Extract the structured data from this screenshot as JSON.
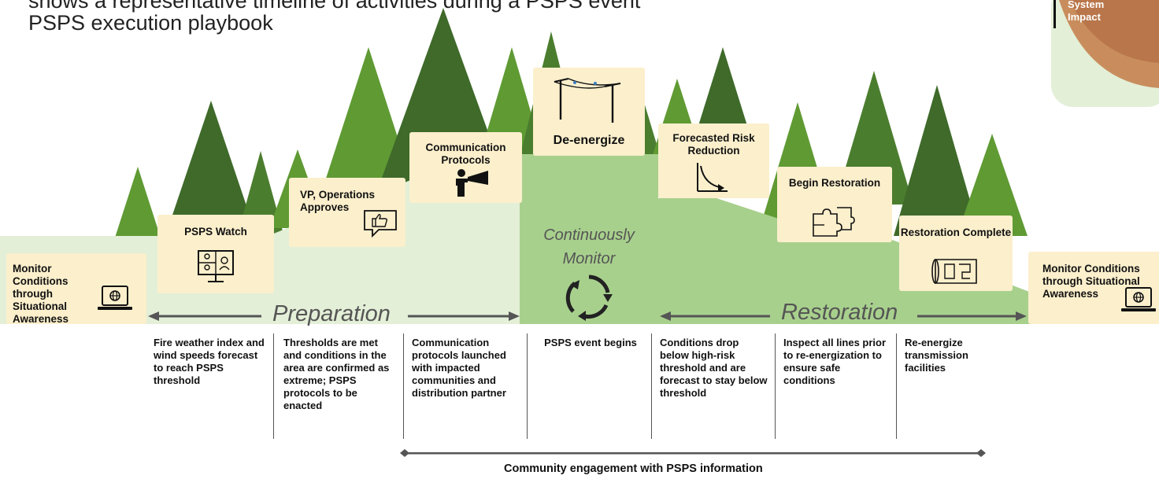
{
  "header": {
    "partial_top_text": "shows a representative timeline of activities during a PSPS event",
    "title": "PSPS execution playbook",
    "corner_label": "System Impact"
  },
  "left_monitor": {
    "label": "Monitor Conditions through Situational Awareness",
    "icon": "laptop-globe-icon"
  },
  "right_monitor": {
    "label": "Monitor Conditions through Situational Awareness",
    "icon": "laptop-globe-icon"
  },
  "steps": [
    {
      "id": "psps-watch",
      "label": "PSPS Watch",
      "icon": "video-conference-icon"
    },
    {
      "id": "vp-approves",
      "label": "VP, Operations Approves",
      "icon": "thumbs-up-bubble-icon"
    },
    {
      "id": "communication-protocols",
      "label": "Communication Protocols",
      "icon": "megaphone-person-icon"
    },
    {
      "id": "de-energize",
      "label": "De-energize",
      "icon": "power-lines-icon"
    },
    {
      "id": "forecasted-risk-reduction",
      "label": "Forecasted Risk Reduction",
      "icon": "declining-curve-icon"
    },
    {
      "id": "begin-restoration",
      "label": "Begin Restoration",
      "icon": "puzzle-icon"
    },
    {
      "id": "restoration-complete",
      "label": "Restoration Complete",
      "icon": "blueprint-icon"
    }
  ],
  "phases": {
    "preparation": "Preparation",
    "restoration": "Restoration",
    "continuous_line1": "Continuously",
    "continuous_line2": "Monitor",
    "cycle_icon": "cycle-arrows-icon"
  },
  "descriptions": [
    "Fire weather index and wind speeds forecast to reach PSPS threshold",
    "Thresholds are met and conditions in the area are confirmed as extreme; PSPS protocols to be enacted",
    "Communication protocols launched with impacted communities and distribution partner",
    "PSPS event begins",
    "Conditions drop below high-risk threshold and are forecast to stay below threshold",
    "Inspect all lines prior to re-energization to ensure safe conditions",
    "Re-energize transmission facilities"
  ],
  "footer": {
    "engagement": "Community engagement with PSPS information"
  },
  "colors": {
    "card": "#fbefcc",
    "pale_green": "#e3efd7",
    "mid_green": "#a8d08d",
    "tree_light": "#5f9a33",
    "tree_dark": "#3f6a2a",
    "arrow": "#555555"
  }
}
